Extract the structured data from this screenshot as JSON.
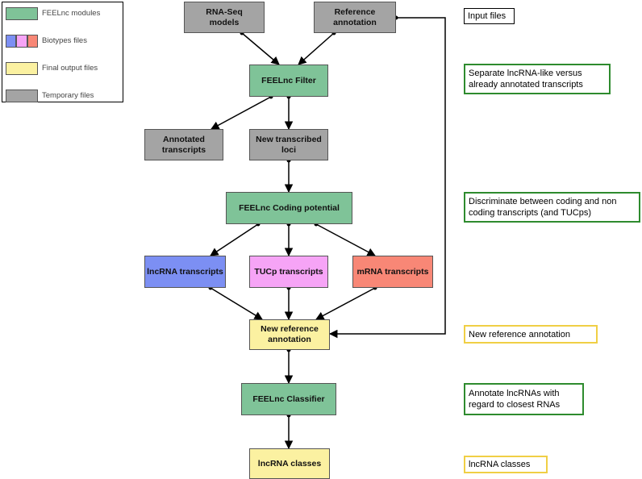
{
  "legend": {
    "items": [
      {
        "label": "FEELnc modules",
        "color": "#7fc398"
      },
      {
        "label": "Biotypes files",
        "colors": [
          "#7c8ff3",
          "#f6a4f6",
          "#f88776"
        ]
      },
      {
        "label": "Final output files",
        "color": "#fbf1a1"
      },
      {
        "label": "Temporary files",
        "color": "#a4a4a4"
      }
    ]
  },
  "nodes": {
    "rnaseq": "RNA-Seq\nmodels",
    "reference": "Reference\nannotation",
    "filter": "FEELnc Filter",
    "annotated": "Annotated\ntranscripts",
    "newloci": "New transcribed\nloci",
    "coding": "FEELnc Coding potential",
    "lncrna": "lncRNA transcripts",
    "tucp": "TUCp transcripts",
    "mrna": "mRNA transcripts",
    "newref": "New reference\nannotation",
    "classifier": "FEELnc Classifier",
    "classes": "lncRNA classes"
  },
  "notes": {
    "input": "Input files",
    "filter": "Separate lncRNA-like versus already annotated transcripts",
    "coding": "Discriminate between coding and non coding transcripts (and TUCps)",
    "newref": "New reference annotation",
    "classifier": "Annotate lncRNAs with regard to closest RNAs",
    "classes": "lncRNA classes"
  },
  "colors": {
    "module": "#7fc398",
    "temporary": "#a4a4a4",
    "output": "#fbf1a1",
    "lncrna": "#7c8ff3",
    "tucp": "#f6a4f6",
    "mrna": "#f88776",
    "note_green_border": "#2e8b2e",
    "note_yellow_border": "#f0cf45"
  }
}
